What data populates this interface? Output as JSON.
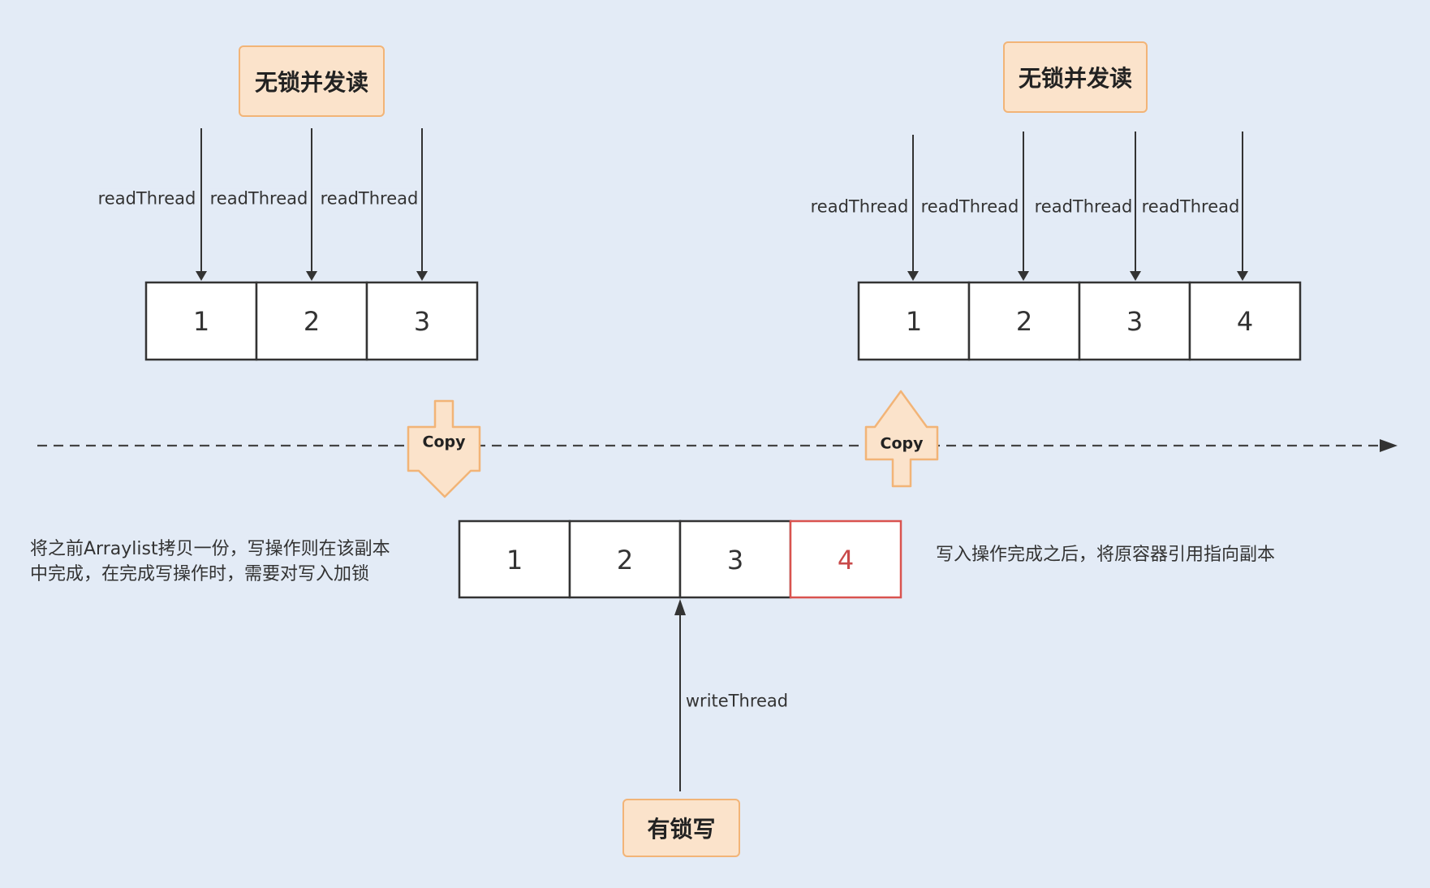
{
  "top_left": {
    "title": "无锁并发读",
    "thread_labels": [
      "readThread",
      "readThread",
      "readThread"
    ],
    "cells": [
      "1",
      "2",
      "3"
    ]
  },
  "top_right": {
    "title": "无锁并发读",
    "thread_labels": [
      "readThread",
      "readThread",
      "readThread",
      "readThread"
    ],
    "cells": [
      "1",
      "2",
      "3",
      "4"
    ]
  },
  "copy_left": "Copy",
  "copy_right": "Copy",
  "copy_array": {
    "cells": [
      "1",
      "2",
      "3",
      "4"
    ],
    "new_cell_color": "#c94a4a"
  },
  "note_left": "将之前Arraylist拷贝一份，写操作则在该副本\n中完成，在完成写操作时，需要对写入加锁",
  "note_right": "写入操作完成之后，将原容器引用指向副本",
  "write": {
    "thread_label": "writeThread",
    "title": "有锁写"
  },
  "colors": {
    "background": "#e3ebf6",
    "box_fill": "#fbe3cb",
    "box_border": "#f2b477",
    "line": "#333333",
    "highlight": "#c94a4a"
  }
}
